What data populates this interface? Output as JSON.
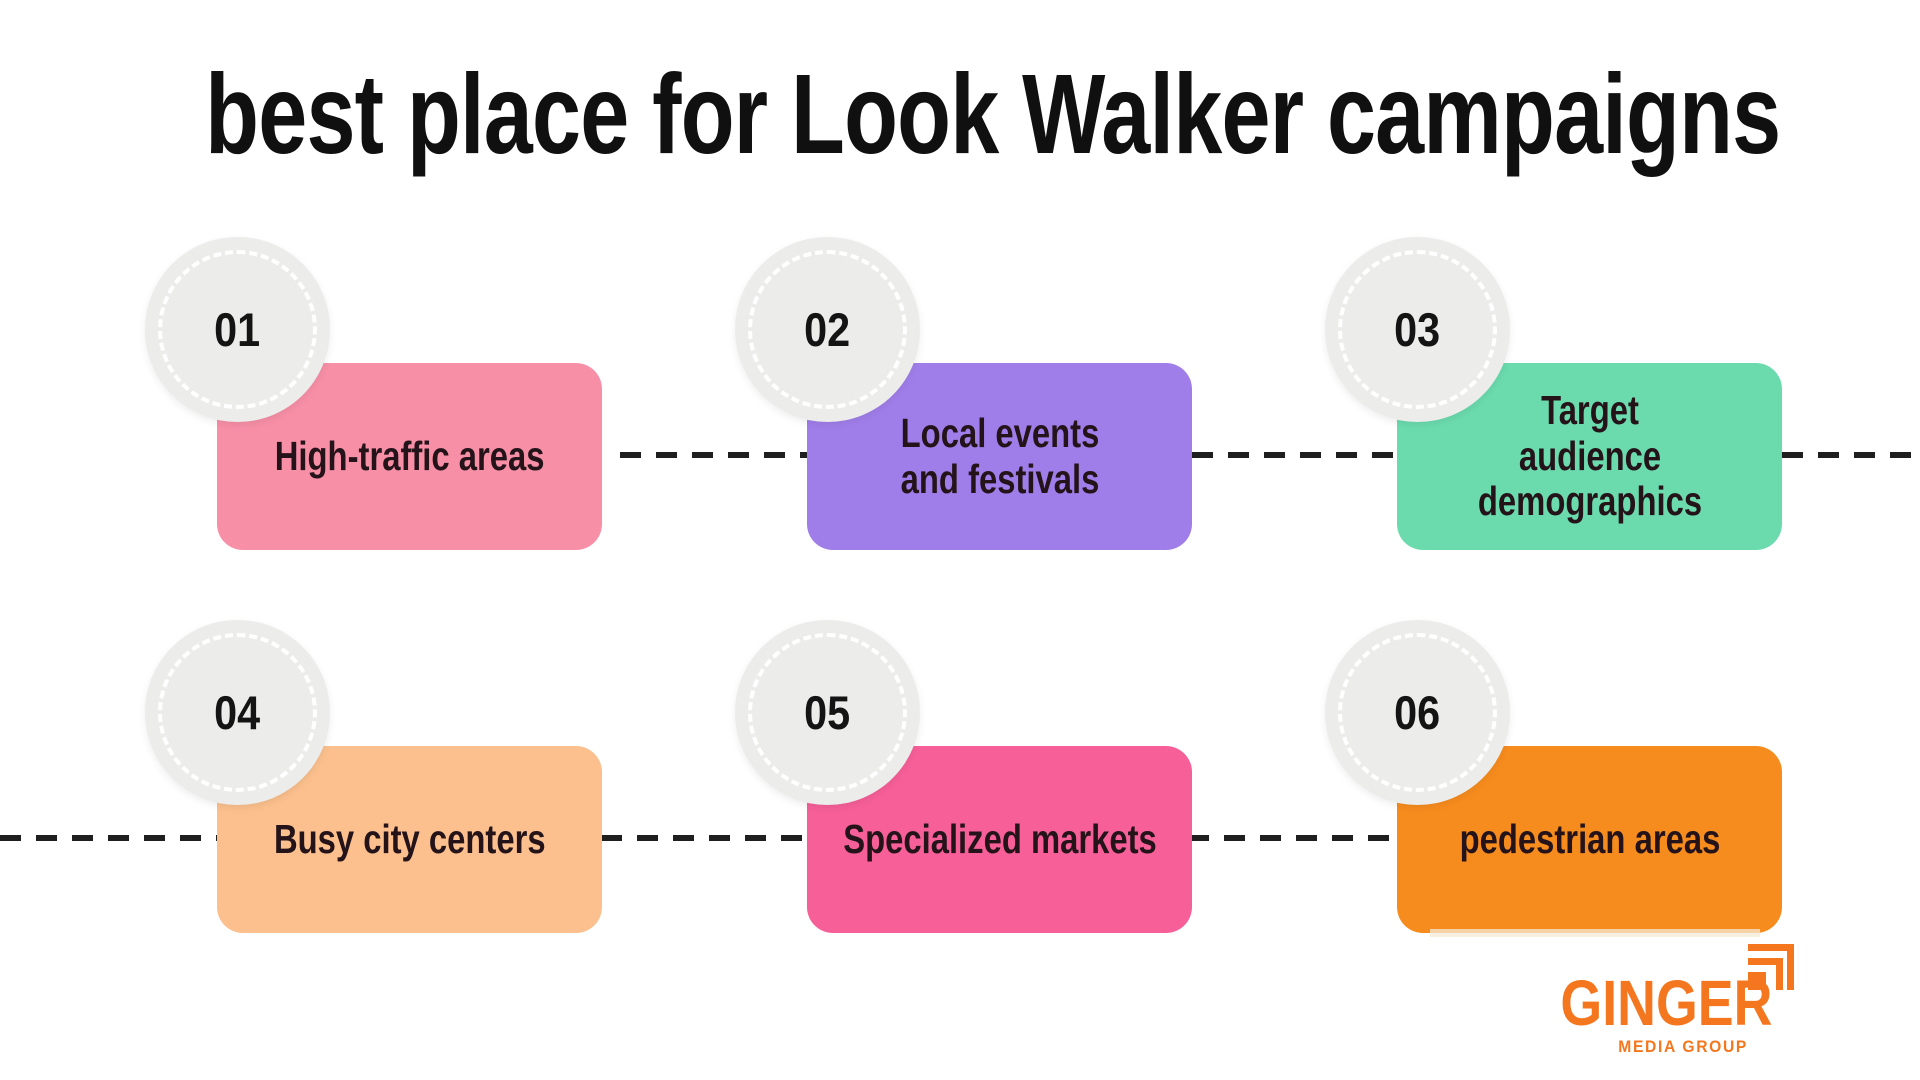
{
  "title": "best place for Look Walker campaigns",
  "cards": [
    {
      "number": "01",
      "label": "High-traffic areas",
      "color": "#F78FA7"
    },
    {
      "number": "02",
      "label": "Local events and festivals",
      "color": "#A07EEA"
    },
    {
      "number": "03",
      "label": "Target audience demographics",
      "color": "#6BDBAE"
    },
    {
      "number": "04",
      "label": "Busy city centers",
      "color": "#FBC08D"
    },
    {
      "number": "05",
      "label": "Specialized markets",
      "color": "#F75F99"
    },
    {
      "number": "06",
      "label": "pedestrian areas",
      "color": "#F78C1E"
    }
  ],
  "logo": {
    "name": "GINGER",
    "subtitle": "MEDIA GROUP",
    "color": "#F4771F"
  },
  "colors": {
    "background": "#FFFFFF",
    "title_text": "#101010",
    "card_text": "#241319",
    "circle_fill": "#ECECEB",
    "circle_ring": "#FFFFFF",
    "connector": "#1F1F1F",
    "logo_orange": "#F4771F"
  }
}
